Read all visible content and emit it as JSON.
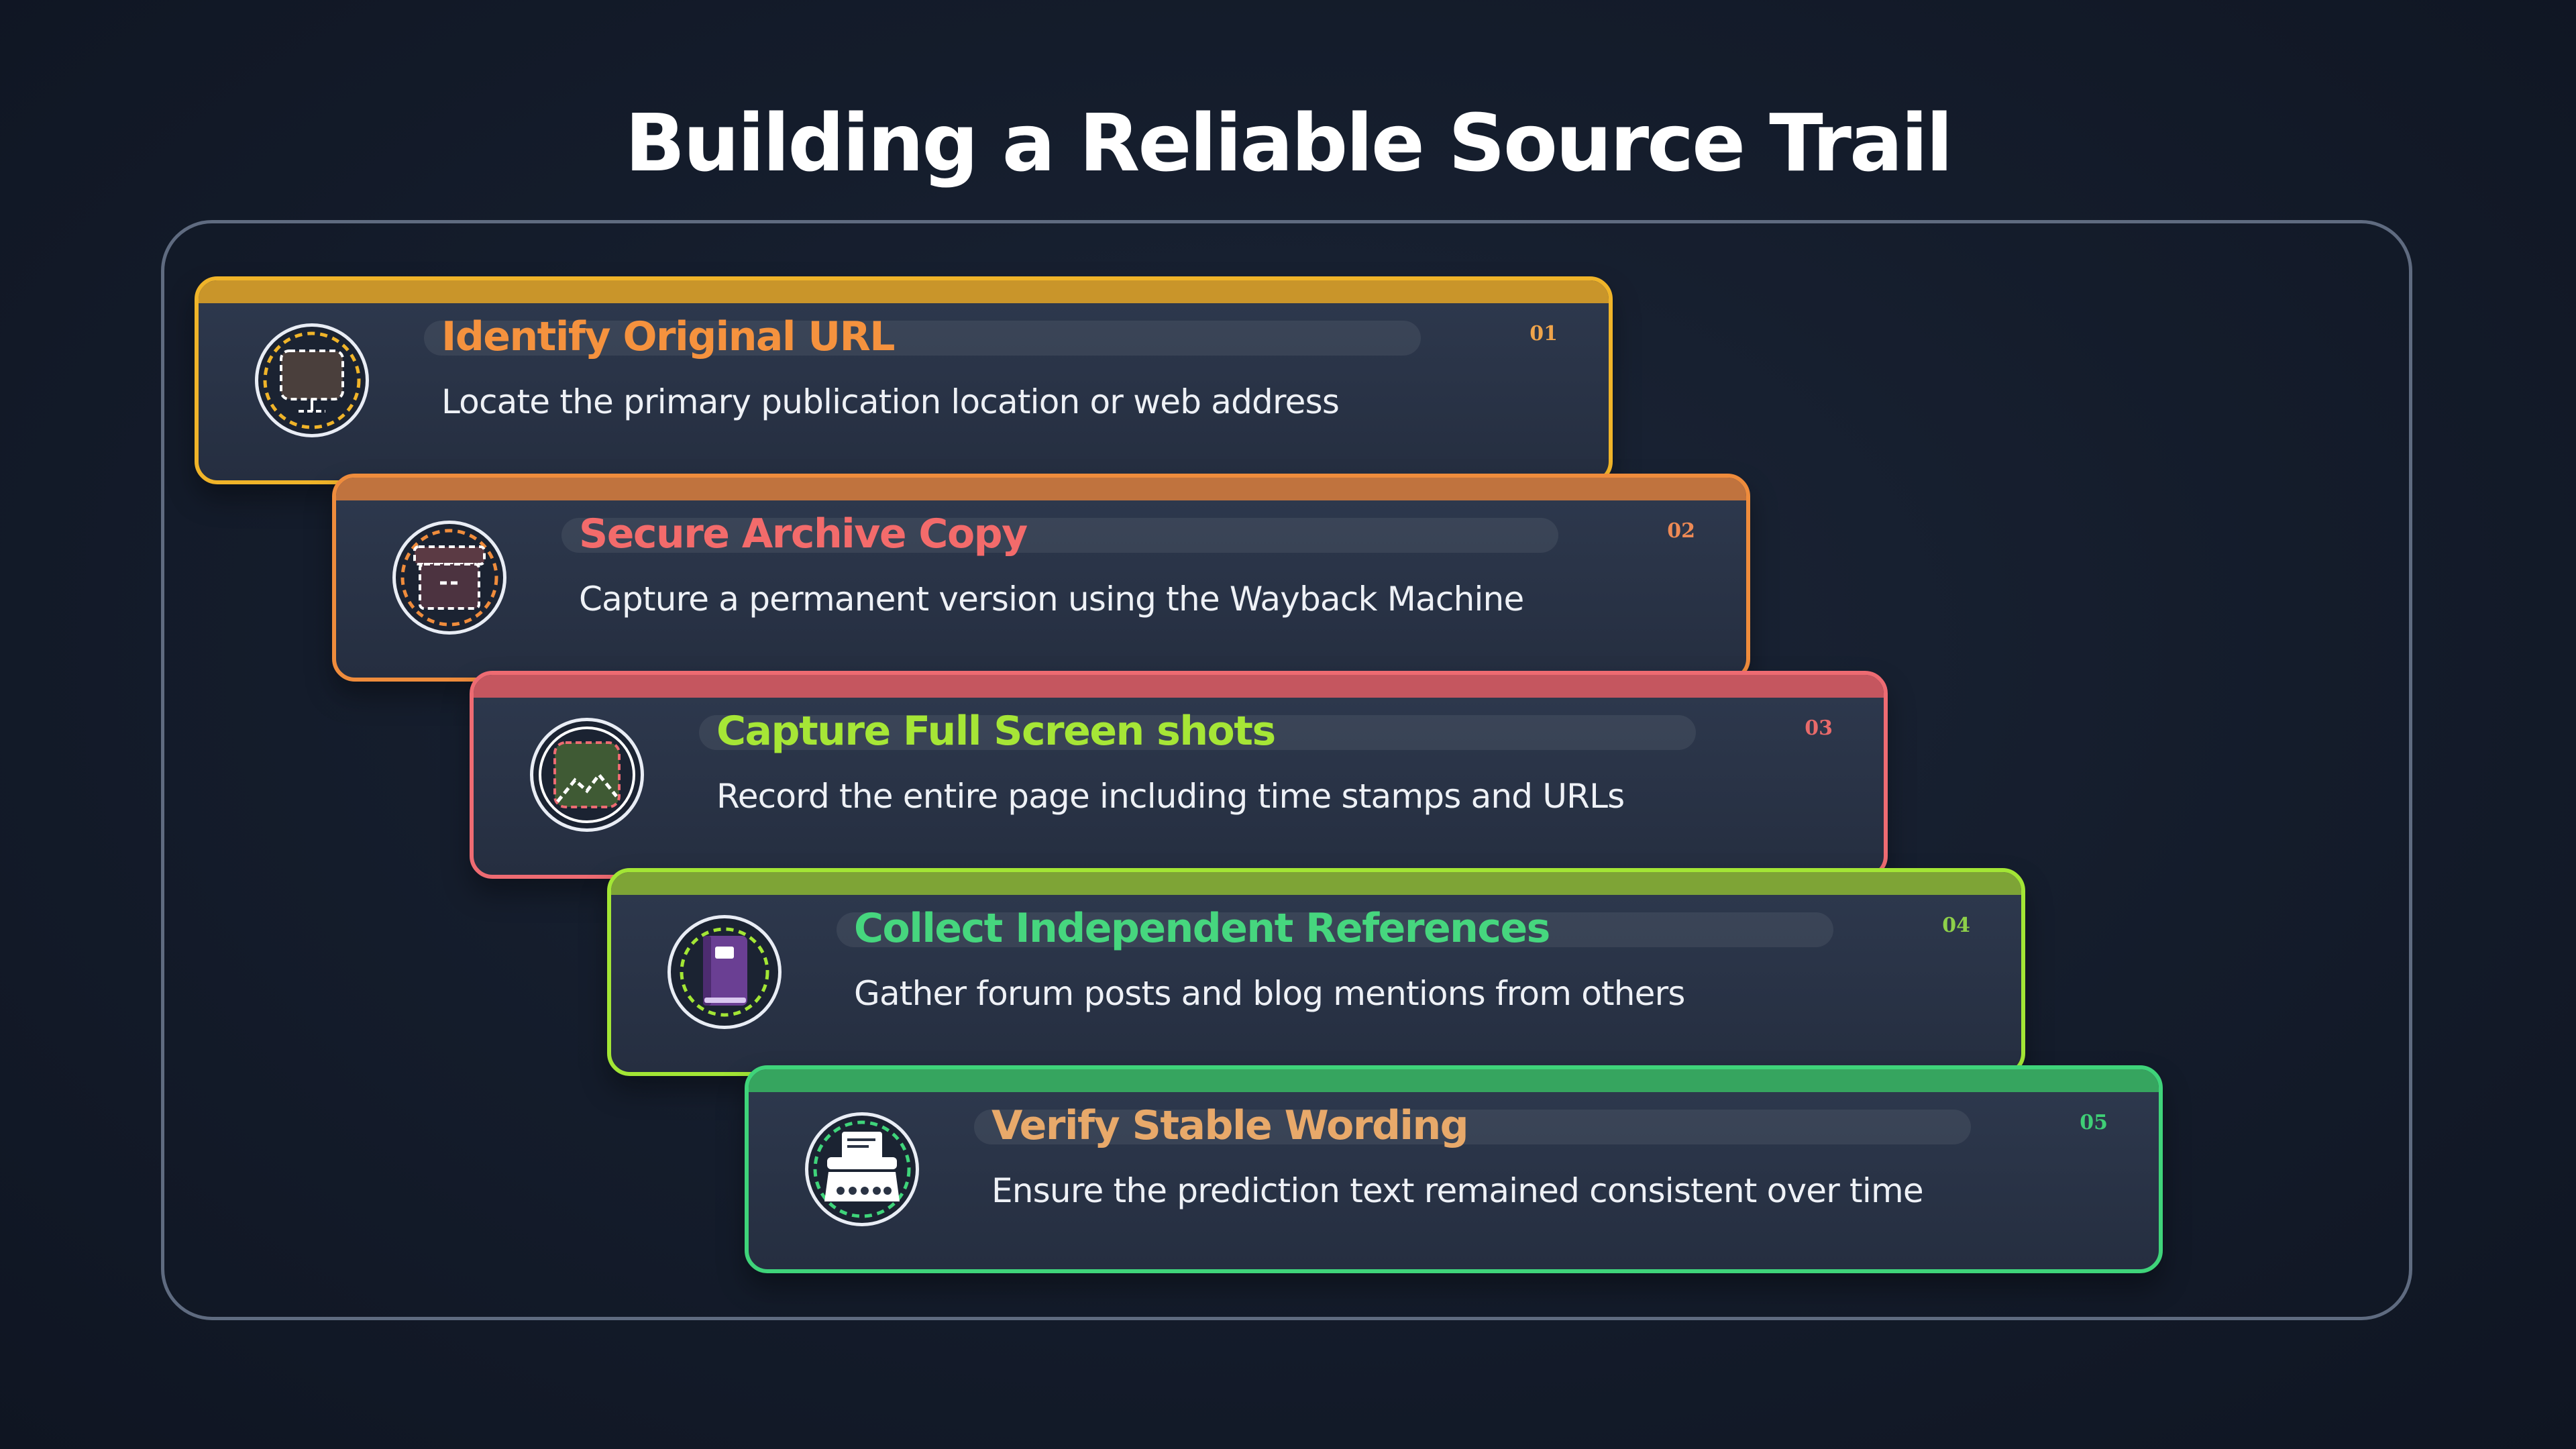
{
  "title": "Building a Reliable Source Trail",
  "steps": [
    {
      "number": "01",
      "title": "Identify Original URL",
      "description": "Locate the primary publication location or web address",
      "icon": "monitor-icon",
      "accent": "#f0b429",
      "title_color": "#f5923e"
    },
    {
      "number": "02",
      "title": "Secure Archive Copy",
      "description": "Capture a permanent version using the Wayback Machine",
      "icon": "archive-box-icon",
      "accent": "#ef8c3c",
      "title_color": "#f36b6b"
    },
    {
      "number": "03",
      "title": "Capture Full Screen shots",
      "description": "Record the entire page including time stamps and URLs",
      "icon": "image-icon",
      "accent": "#ee6b72",
      "title_color": "#a6e636"
    },
    {
      "number": "04",
      "title": "Collect Independent References",
      "description": "Gather forum posts and blog mentions from others",
      "icon": "book-icon",
      "accent": "#a3e635",
      "title_color": "#46d67e"
    },
    {
      "number": "05",
      "title": "Verify Stable Wording",
      "description": "Ensure the prediction text remained consistent over time",
      "icon": "typewriter-icon",
      "accent": "#3fd47a",
      "title_color": "#e8a96a"
    }
  ]
}
